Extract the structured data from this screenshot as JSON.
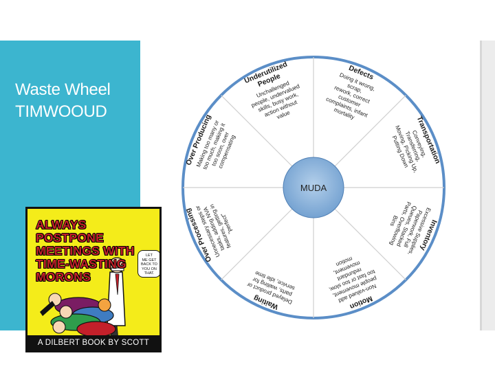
{
  "slide": {
    "title_line1": "Waste Wheel",
    "title_line2": "TIMWOOUD"
  },
  "book": {
    "title_lines": [
      "ALWAYS POSTPONE",
      "MEETINGS WITH",
      "TIME-WASTING",
      "MORONS"
    ],
    "bubble_lines": [
      "LET",
      "ME GET",
      "BACK TO",
      "YOU ON",
      "THAT."
    ],
    "footer": "A DILBERT BOOK BY SCOTT ADAMS"
  },
  "wheel": {
    "center_label": "MUDA",
    "colors": {
      "center_fill": "#8cb4da",
      "ring_border": "#5b8ec7",
      "segment_fill": "#ffffff",
      "accent": "#3cb5cf"
    },
    "segments": [
      {
        "key": "defects",
        "title": "Defects",
        "lines": [
          "Doing it wrong,",
          "scrap,",
          "rework, correct",
          "customer",
          "complaints, infant",
          "mortality"
        ]
      },
      {
        "key": "transportation",
        "title": "Transportation",
        "lines": [
          "Conveying,",
          "Transferring,",
          "Moving, Picking Up,",
          "Putting Down"
        ]
      },
      {
        "key": "inventory",
        "title": "Inventory",
        "lines": [
          "Excessive Supplies,",
          "Paperwork, Full",
          "Queues, Stacked",
          "Parts, Overflowing",
          "Bins"
        ]
      },
      {
        "key": "motion",
        "title": "Motion",
        "lines": [
          "Non-valued add",
          "people movement,",
          "too fast or too slow,",
          "redundant",
          "movement,",
          "motion"
        ]
      },
      {
        "key": "waiting",
        "title": "Waiting",
        "lines": [
          "Delayed product or",
          "parts, waiting for",
          "service, idle time"
        ]
      },
      {
        "key": "over_processing",
        "title": "Over Processing",
        "lines": [
          "Unnecessary steps or",
          "tasks, adding NVA",
          "features, getting in",
          "\"perfect\""
        ]
      },
      {
        "key": "over_producing",
        "title": "Over Producing",
        "lines": [
          "Making too many or",
          "too much, making it",
          "too soon, over",
          "compensating"
        ]
      },
      {
        "key": "underutilized_people",
        "title": "Underutilized People",
        "title_lines": [
          "Underutilized",
          "People"
        ],
        "lines": [
          "Unchallenged",
          "people, undervalued",
          "skills, busy work,",
          "action without",
          "value"
        ]
      }
    ]
  }
}
